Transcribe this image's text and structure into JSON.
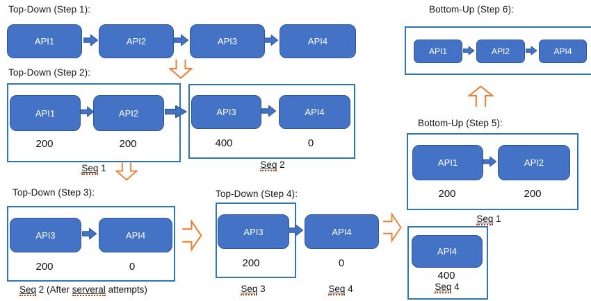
{
  "colors": {
    "node_fill": "#4472c4",
    "node_border": "#2f5597",
    "group_border": "#2e75b6",
    "arrow_outline": "#ed7d31",
    "text": "#161616",
    "node_text": "#ffffff"
  },
  "step1": {
    "title": "Top-Down (Step 1):",
    "boxes": [
      "API1",
      "API2",
      "API3",
      "API4"
    ]
  },
  "step2": {
    "title": "Top-Down (Step 2):",
    "seq1": {
      "boxes": [
        "API1",
        "API2"
      ],
      "values": [
        "200",
        "200"
      ],
      "label_marked": "Seq",
      "label_rest": " 1"
    },
    "seq2": {
      "boxes": [
        "API3",
        "API4"
      ],
      "values": [
        "400",
        "0"
      ],
      "label_marked": "Seq",
      "label_rest": " 2"
    }
  },
  "step3": {
    "title": "Top-Down (Step 3):",
    "boxes": [
      "API3",
      "API4"
    ],
    "values": [
      "200",
      "0"
    ],
    "label": {
      "m1": "Seq",
      "t1": " 2 (After ",
      "m2": "serveral",
      "t2": " attempts)"
    }
  },
  "step4": {
    "title": "Top-Down (Step 4):",
    "seq3": {
      "box": "API3",
      "value": "200",
      "label_marked": "Seq",
      "label_rest": " 3"
    },
    "seq4": {
      "box": "API4",
      "value": "0",
      "label_marked": "Seq",
      "label_rest": " 4"
    }
  },
  "step5": {
    "title": "Bottom-Up (Step 5):",
    "boxes": [
      "API1",
      "API2"
    ],
    "values": [
      "200",
      "200"
    ],
    "label_marked": "Seq",
    "label_rest": " 1"
  },
  "step6": {
    "title": "Bottom-Up (Step 6):",
    "boxes": [
      "API1",
      "API2",
      "API4"
    ]
  },
  "seq4_result": {
    "box": "API4",
    "value": "400",
    "label_marked": "Seq",
    "label_rest": " 4"
  }
}
